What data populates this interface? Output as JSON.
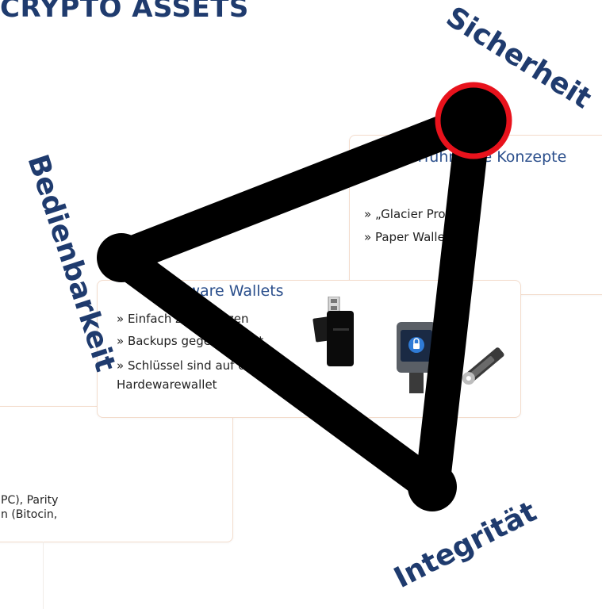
{
  "page": {
    "title": "CRYPTO ASSETS"
  },
  "cards": {
    "concepts": {
      "title": "Weiterführende Konzepte",
      "bullets": [
        "» „Glacier Protocol“",
        "» Paper Wallets"
      ]
    },
    "hardware": {
      "title": "Hardware Wallets",
      "bullets": [
        "» Einfach zu benutzen",
        "» Backups gegen Verlust",
        "» Schlüssel sind auf der"
      ],
      "continuation": "Hardewarewallet"
    },
    "software": {
      "line1": "PC), Parity",
      "line2": "n (Bitocin,"
    }
  },
  "triangle": {
    "vertices": {
      "top": "Sicherheit",
      "left": "Bedienbarkeit",
      "bottom": "Integrität"
    },
    "colors": {
      "stroke": "#000000",
      "highlight_ring": "#e8121c",
      "label": "#1f3b6e"
    }
  },
  "images": {
    "device_1": "usb-hardware-wallet",
    "device_2": "trezor-hardware-wallet",
    "device_3": "ledger-usb-stick"
  }
}
